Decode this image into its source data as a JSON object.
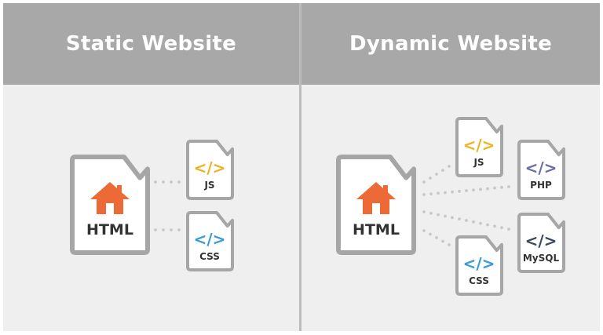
{
  "panels": {
    "static": {
      "title": "Static Website",
      "main_file_label": "HTML",
      "files": [
        {
          "label": "JS",
          "tag": "</>",
          "color": "#eab422"
        },
        {
          "label": "CSS",
          "tag": "</>",
          "color": "#3a9bd9"
        }
      ]
    },
    "dynamic": {
      "title": "Dynamic Website",
      "main_file_label": "HTML",
      "files": [
        {
          "label": "JS",
          "tag": "</>",
          "color": "#eab422"
        },
        {
          "label": "PHP",
          "tag": "</>",
          "color": "#6b6fa8"
        },
        {
          "label": "MySQL",
          "tag": "</>",
          "color": "#3b4a5c"
        },
        {
          "label": "CSS",
          "tag": "</>",
          "color": "#3a9bd9"
        }
      ]
    }
  },
  "colors": {
    "header_bg": "#a8a8a8",
    "panel_bg": "#efefef",
    "file_outline": "#a6a6a6",
    "house": "#ec6a35",
    "dots": "#c8c8c8"
  },
  "icons": {
    "main_file": "house-icon",
    "file": "document-icon"
  }
}
